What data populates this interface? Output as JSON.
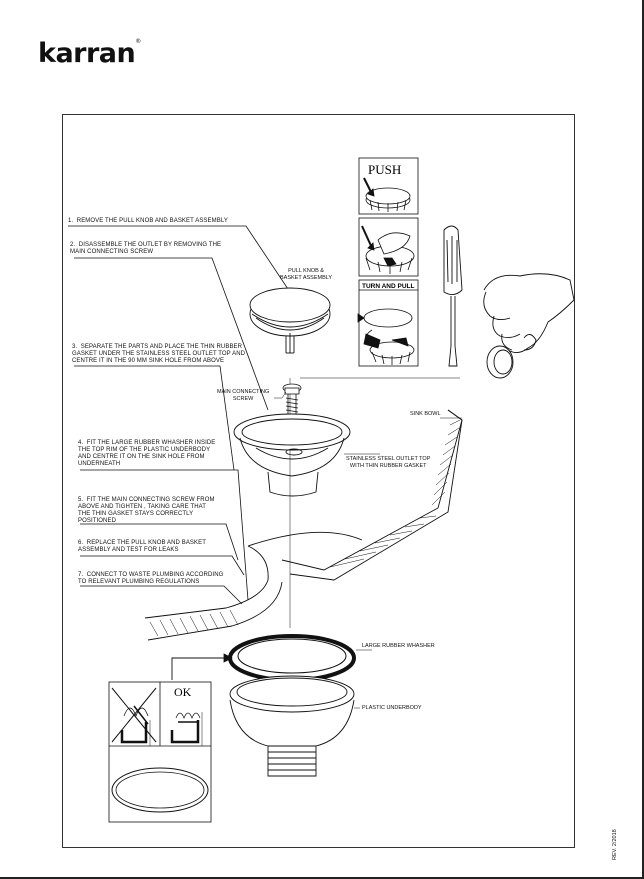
{
  "brand": {
    "name": "karran",
    "mark": "®"
  },
  "steps": [
    {
      "number": "1.",
      "text": "REMOVE THE PULL KNOB  AND  BASKET ASSEMBLY"
    },
    {
      "number": "2.",
      "text": "DISASSEMBLE THE OUTLET BY REMOVING THE\nMAIN CONNECTING SCREW"
    },
    {
      "number": "3.",
      "text": "SEPARATE THE PARTS AND PLACE THE THIN RUBBER\nGASKET UNDER THE STAINLESS STEEL OUTLET TOP AND\nCENTRE IT IN THE 90 mm SINK HOLE FROM ABOVE"
    },
    {
      "number": "4.",
      "text": "FIT THE LARGE RUBBER WHASHER INSIDE\nTHE TOP RIM OF THE PLASTIC UNDERBODY\nAND CENTRE IT ON THE SINK HOLE FROM\nUNDERNEATH"
    },
    {
      "number": "5.",
      "text": "FIT THE MAIN CONNECTING SCREW FROM\nABOVE AND TIGHTEN , TAKING CARE THAT\nTHE THIN GASKET STAYS CORRECTLY\nPOSITIONED"
    },
    {
      "number": "6.",
      "text": "REPLACE THE PULL KNOB AND BASKET\nASSEMBLY AND TEST FOR LEAKS"
    },
    {
      "number": "7.",
      "text": "CONNECT TO WASTE PLUMBING ACCORDING\nTO RELEVANT PLUMBING REGULATIONS"
    }
  ],
  "parts": {
    "pull_knob": "PULL KNOB &\nBASKET ASSEMBLY",
    "main_screw": "MAIN CONNECTING\nSCREW",
    "sink_bowl": "SINK BOWL",
    "outlet_top": "STAINLESS STEEL OUTLET TOP\nWITH THIN RUBBER GASKET",
    "large_washer": "LARGE RUBBER WHASHER",
    "underbody": "PLASTIC UNDERBODY"
  },
  "insets": {
    "push": "PUSH",
    "turn_and_pull": "TURN AND PULL",
    "ok": "OK"
  },
  "revision": "REV. 2/2018"
}
